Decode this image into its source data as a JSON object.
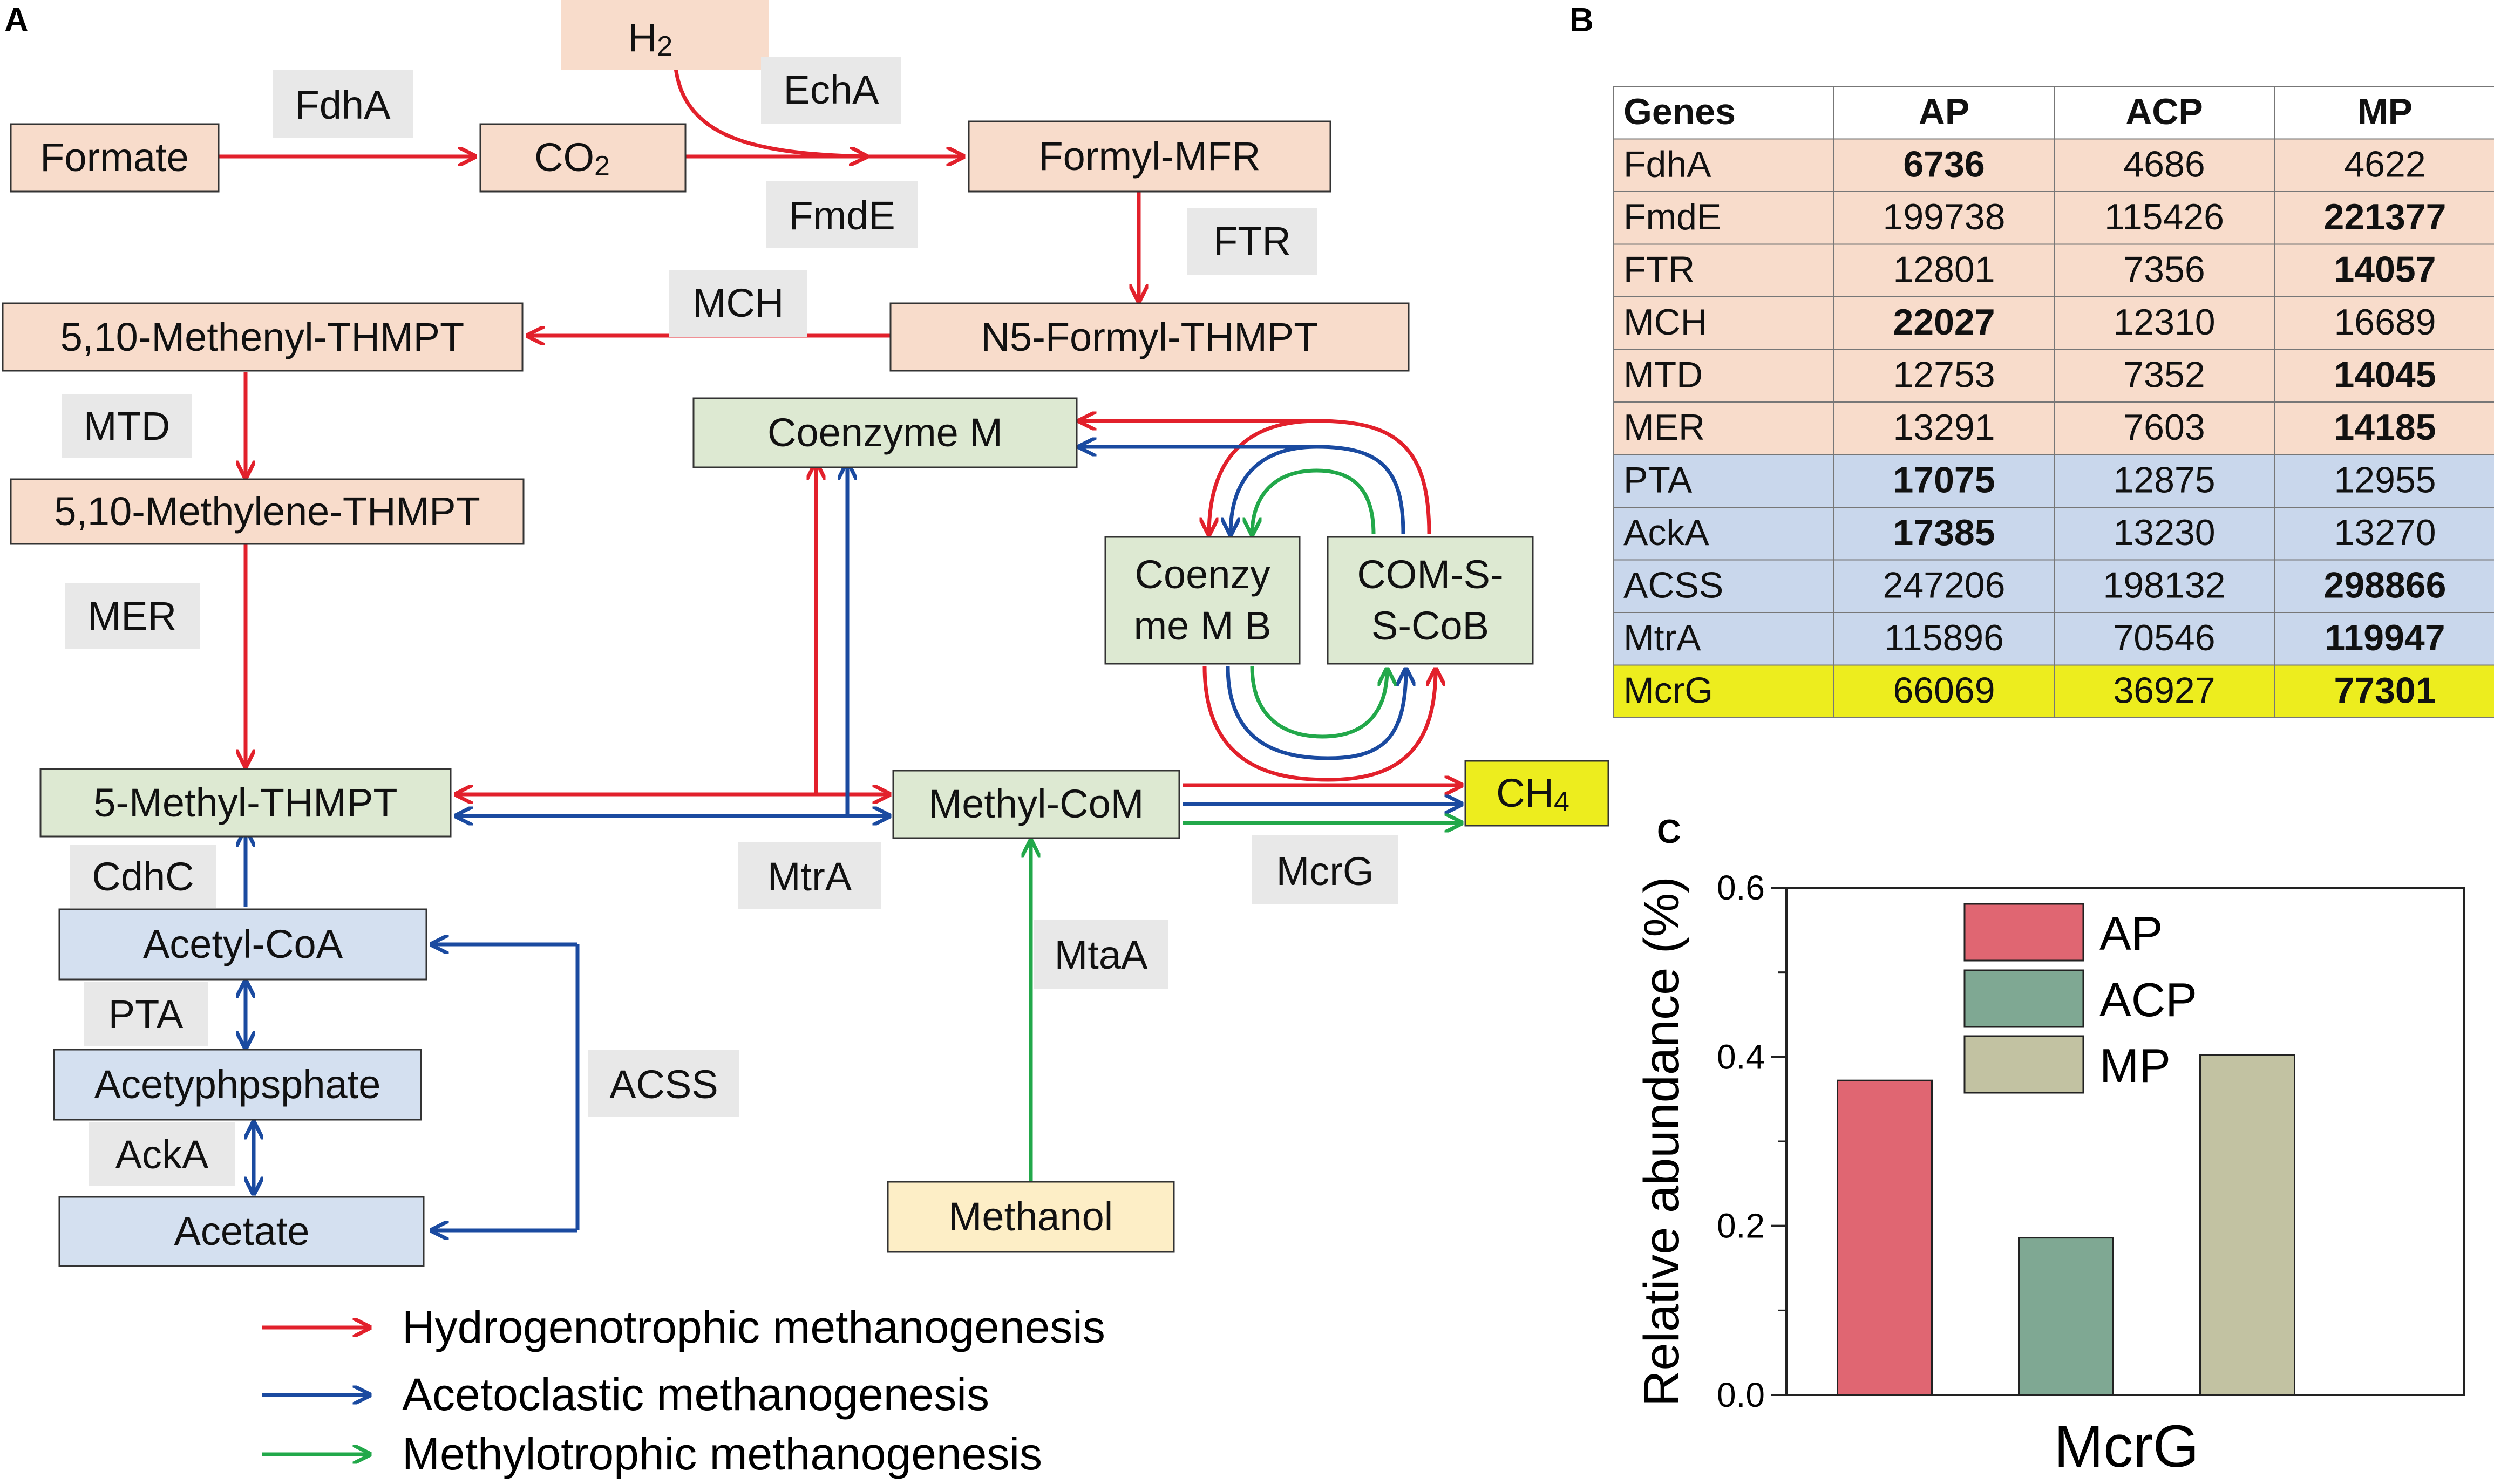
{
  "panels": {
    "a": "A",
    "b": "B",
    "c": "C"
  },
  "colors": {
    "hydrogenotrophic": "#e2202b",
    "acetoclastic": "#1a4aa0",
    "methylotrophic": "#22a84a",
    "node_hydro": "#f8dccb",
    "node_green": "#dde9d2",
    "node_blue": "#d4e0f0",
    "node_methanol": "#fdeec6",
    "node_ch4": "#eded1e",
    "row_acetoclastic": "#c9d7ec",
    "row_mcrg": "#eded1e"
  },
  "diagram": {
    "nodes": {
      "h2": "H",
      "h2_sub": "2",
      "formate": "Formate",
      "co2": "CO",
      "co2_sub": "2",
      "formyl_mfr": "Formyl-MFR",
      "n5_formyl": "N5-Formyl-THMPT",
      "methenyl": "5,10-Methenyl-THMPT",
      "methylene": "5,10-Methylene-THMPT",
      "methyl_thmpt": "5-Methyl-THMPT",
      "coenzyme_m": "Coenzyme M",
      "coenzyme_mb_line1": "Coenzy",
      "coenzyme_mb_line2": "me M B",
      "coms_line1": "COM-S-",
      "coms_line2": "S-CoB",
      "methyl_com": "Methyl-CoM",
      "ch4": "CH",
      "ch4_sub": "4",
      "acetyl_coa": "Acetyl-CoA",
      "acetylphosphate": "Acetyphpsphate",
      "acetate": "Acetate",
      "methanol": "Methanol"
    },
    "enzymes": {
      "fdha": "FdhA",
      "echa": "EchA",
      "fmde": "FmdE",
      "ftr": "FTR",
      "mch": "MCH",
      "mtd": "MTD",
      "mer": "MER",
      "cdhc": "CdhC",
      "pta": "PTA",
      "acka": "AckA",
      "acss": "ACSS",
      "mtra": "MtrA",
      "mcrg": "McrG",
      "mtaa": "MtaA"
    },
    "legend": [
      {
        "label": "Hydrogenotrophic methanogenesis",
        "color": "#e2202b"
      },
      {
        "label": "Acetoclastic methanogenesis",
        "color": "#1a4aa0"
      },
      {
        "label": "Methylotrophic methanogenesis",
        "color": "#22a84a"
      }
    ]
  },
  "table": {
    "headers": [
      "Genes",
      "AP",
      "ACP",
      "MP"
    ],
    "rows": [
      {
        "gene": "FdhA",
        "values": [
          "6736",
          "4686",
          "4622"
        ],
        "bold": 0,
        "group": "hydro"
      },
      {
        "gene": "FmdE",
        "values": [
          "199738",
          "115426",
          "221377"
        ],
        "bold": 2,
        "group": "hydro"
      },
      {
        "gene": "FTR",
        "values": [
          "12801",
          "7356",
          "14057"
        ],
        "bold": 2,
        "group": "hydro"
      },
      {
        "gene": "MCH",
        "values": [
          "22027",
          "12310",
          "16689"
        ],
        "bold": 0,
        "group": "hydro"
      },
      {
        "gene": "MTD",
        "values": [
          "12753",
          "7352",
          "14045"
        ],
        "bold": 2,
        "group": "hydro"
      },
      {
        "gene": "MER",
        "values": [
          "13291",
          "7603",
          "14185"
        ],
        "bold": 2,
        "group": "hydro"
      },
      {
        "gene": "PTA",
        "values": [
          "17075",
          "12875",
          "12955"
        ],
        "bold": 0,
        "group": "aceto"
      },
      {
        "gene": "AckA",
        "values": [
          "17385",
          "13230",
          "13270"
        ],
        "bold": 0,
        "group": "aceto"
      },
      {
        "gene": "ACSS",
        "values": [
          "247206",
          "198132",
          "298866"
        ],
        "bold": 2,
        "group": "aceto"
      },
      {
        "gene": "MtrA",
        "values": [
          "115896",
          "70546",
          "119947"
        ],
        "bold": 2,
        "group": "aceto"
      },
      {
        "gene": "McrG",
        "values": [
          "66069",
          "36927",
          "77301"
        ],
        "bold": 2,
        "group": "mcrg"
      }
    ]
  },
  "chart_data": {
    "type": "bar",
    "categories": [
      "AP",
      "ACP",
      "MP"
    ],
    "values": [
      0.372,
      0.186,
      0.402
    ],
    "colors": [
      "#e06672",
      "#7fa893",
      "#c2c2a2"
    ],
    "ylabel": "Relative abundance (%)",
    "xlabel": "McrG",
    "ylim": [
      0,
      0.6
    ],
    "yticks": [
      "0.0",
      "0.2",
      "0.4",
      "0.6"
    ],
    "legend": [
      "AP",
      "ACP",
      "MP"
    ],
    "legend_position": "top"
  }
}
